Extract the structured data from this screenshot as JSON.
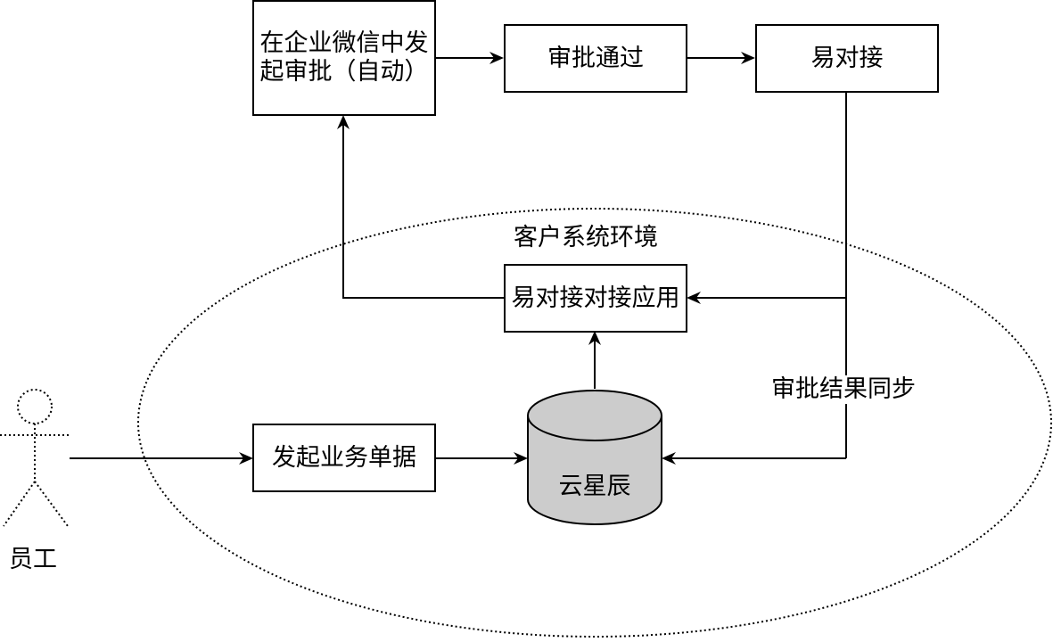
{
  "nodes": {
    "wechat": "在企业微信中发起审批（自动）",
    "approved": "审批通过",
    "yiduijie": "易对接",
    "yiduijie_app": "易对接对接应用",
    "initiate_doc": "发起业务单据",
    "database": "云星辰"
  },
  "labels": {
    "environment": "客户系统环境",
    "sync": "审批结果同步",
    "actor": "员工"
  },
  "colors": {
    "stroke": "#000000",
    "database_fill": "#cccccc",
    "background": "#ffffff"
  }
}
